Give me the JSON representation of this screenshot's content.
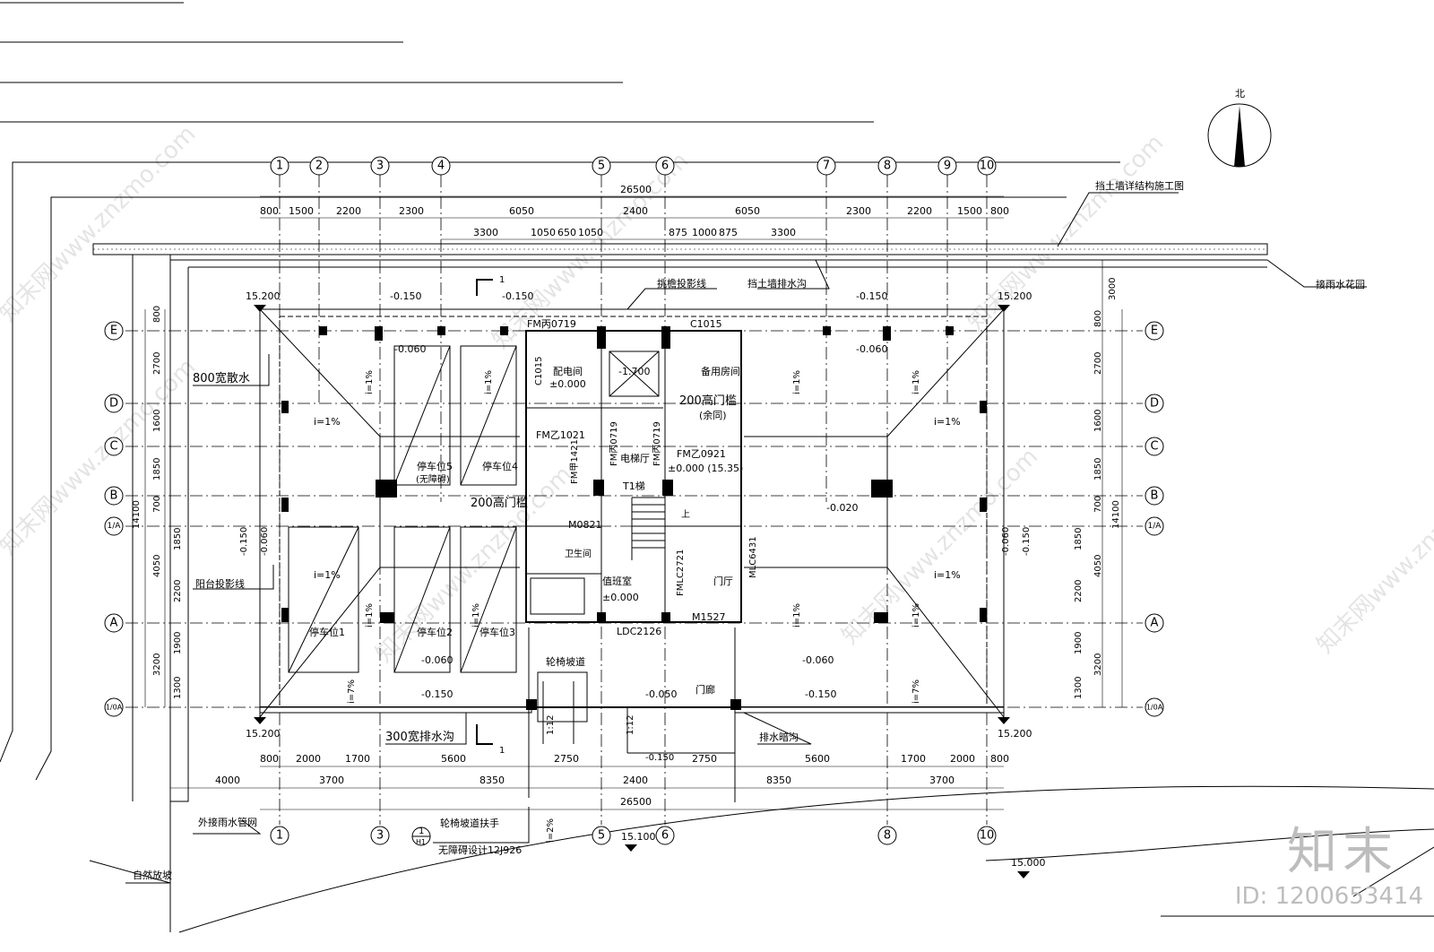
{
  "axes_top": [
    "1",
    "2",
    "3",
    "4",
    "5",
    "6",
    "7",
    "8",
    "9",
    "10"
  ],
  "axes_bottom": [
    "1",
    "3",
    "5",
    "6",
    "8",
    "10"
  ],
  "axes_rows": [
    "E",
    "D",
    "C",
    "B",
    "1/A",
    "A",
    "1/0A"
  ],
  "dims_top_total": "26500",
  "dims_top_row1": [
    "800",
    "1500",
    "2200",
    "2300",
    "6050",
    "2400",
    "6050",
    "2300",
    "2200",
    "1500",
    "800"
  ],
  "dims_top_row2": [
    "3300",
    "1050",
    "650",
    "1050",
    "875",
    "1000",
    "875",
    "3300"
  ],
  "dims_bottom_row1": [
    "800",
    "2000",
    "1700",
    "5600",
    "2750",
    "2750",
    "5600",
    "1700",
    "2000",
    "800"
  ],
  "dims_bottom_row2": [
    "4000",
    "3700",
    "8350",
    "2400",
    "8350",
    "3700"
  ],
  "dims_bottom_total": "26500",
  "dims_left": [
    "800",
    "2700",
    "1600",
    "1850",
    "700",
    "1850",
    "4050",
    "2200",
    "1900",
    "3200",
    "1300",
    "14100"
  ],
  "dims_right": [
    "3000",
    "800",
    "2700",
    "1600",
    "1850",
    "700",
    "1850",
    "4050",
    "2200",
    "1900",
    "3200",
    "1300",
    "14100"
  ],
  "labels": {
    "north": "北",
    "retaining_wall_ref": "挡土墙详结构施工图",
    "rain_garden": "接雨水花园",
    "eave_line": "挑檐投影线",
    "wall_drain": "挡土墙排水沟",
    "drain_800": "800宽散水",
    "balcony_line": "阳台投影线",
    "trench_300": "300宽排水沟",
    "hidden_trench": "排水暗沟",
    "ramp": "轮椅坡道",
    "ramp_rail": "轮椅坡道扶手",
    "ramp_std": "无障碍设计12J926",
    "outer_pipe": "外接雨水管网",
    "natural_slope": "自然放坡",
    "elev_1520_tl": "15.200",
    "elev_1520_tr": "15.200",
    "elev_1520_bl": "15.200",
    "elev_1520_br": "15.200",
    "elev_15100": "15.100",
    "elev_15000": "15.000",
    "lvl_m0150_a": "-0.150",
    "lvl_m0150_b": "-0.150",
    "lvl_m0150_c": "-0.150",
    "lvl_m0150_d": "-0.150",
    "lvl_m0150_e": "-0.150",
    "lvl_m0060_a": "-0.060",
    "lvl_m0060_b": "-0.060",
    "lvl_m0060_c": "-0.060",
    "lvl_m0060_d": "-0.060",
    "lvl_m0020": "-0.020",
    "lvl_m0050": "-0.050",
    "lvl_m1700": "-1.700",
    "slope1": "i=1%",
    "slope7": "i=7%",
    "slope2": "i=2%",
    "slope12": "1:12",
    "park1": "停车位1",
    "park2": "停车位2",
    "park3": "停车位3",
    "park4": "停车位4",
    "park5": "停车位5",
    "park5_sub": "(无障碍)",
    "elec_room": "配电间",
    "elec_lvl": "±0.000",
    "spare_room": "备用房间",
    "elevator_hall": "电梯厅",
    "stair": "T1梯",
    "toilet": "卫生间",
    "duty_room": "值班室",
    "duty_lvl": "±0.000",
    "lobby": "门厅",
    "porch": "门廊",
    "sill_200": "200高门槛",
    "sill_200b": "200高门槛",
    "sill_note": "(余同)",
    "lvl_zero_1535": "±0.000 (15.35)",
    "d_fmb0719": "FM丙0719",
    "d_c1015a": "C1015",
    "d_c1015b": "C1015",
    "d_fmz1021": "FM乙1021",
    "d_fmj1421": "FM甲1421",
    "d_fmb0719b": "FM丙0719",
    "d_fmb0719c": "FM丙0719",
    "d_fmz0921": "FM乙0921",
    "d_m0821": "M0821",
    "d_mlc6431": "MLC6431",
    "d_fmlc2721": "FMLC2721",
    "d_m1527": "M1527",
    "d_ldc2126": "LDC2126",
    "sec_mark": "1",
    "detail_no": "1",
    "detail_sheet": "H1",
    "up": "上"
  },
  "brand": {
    "name": "知末",
    "id": "ID: 1200653414"
  },
  "watermark": "知末网www.znzmo.com"
}
